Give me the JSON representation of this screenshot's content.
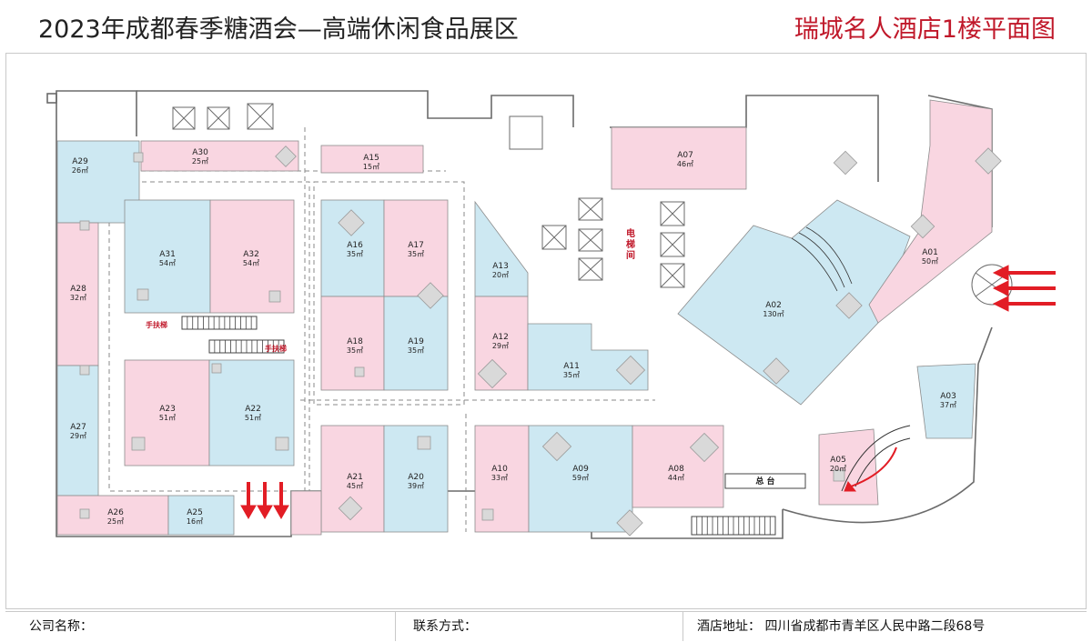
{
  "header": {
    "title": "2023年成都春季糖酒会—高端休闲食品展区",
    "venue_title": "瑞城名人酒店1楼平面图"
  },
  "colors": {
    "pink": "#f9d6e1",
    "blue": "#cde8f2",
    "title_red": "#c0182a",
    "arrow_red": "#e21d25",
    "wall": "#6b6b6b"
  },
  "booths": [
    {
      "id": "A29",
      "area": "26㎡",
      "color": "blue"
    },
    {
      "id": "A30",
      "area": "25㎡",
      "color": "pink"
    },
    {
      "id": "A15",
      "area": "15㎡",
      "color": "pink"
    },
    {
      "id": "A07",
      "area": "46㎡",
      "color": "pink"
    },
    {
      "id": "A31",
      "area": "54㎡",
      "color": "blue"
    },
    {
      "id": "A32",
      "area": "54㎡",
      "color": "pink"
    },
    {
      "id": "A16",
      "area": "35㎡",
      "color": "blue"
    },
    {
      "id": "A17",
      "area": "35㎡",
      "color": "pink"
    },
    {
      "id": "A13",
      "area": "20㎡",
      "color": "blue"
    },
    {
      "id": "A28",
      "area": "32㎡",
      "color": "pink"
    },
    {
      "id": "A18",
      "area": "35㎡",
      "color": "pink"
    },
    {
      "id": "A19",
      "area": "35㎡",
      "color": "blue"
    },
    {
      "id": "A12",
      "area": "29㎡",
      "color": "pink"
    },
    {
      "id": "A11",
      "area": "35㎡",
      "color": "blue"
    },
    {
      "id": "A02",
      "area": "130㎡",
      "color": "blue"
    },
    {
      "id": "A01",
      "area": "50㎡",
      "color": "pink"
    },
    {
      "id": "A23",
      "area": "51㎡",
      "color": "pink"
    },
    {
      "id": "A22",
      "area": "51㎡",
      "color": "blue"
    },
    {
      "id": "A27",
      "area": "29㎡",
      "color": "blue"
    },
    {
      "id": "A03",
      "area": "37㎡",
      "color": "blue"
    },
    {
      "id": "A21",
      "area": "45㎡",
      "color": "pink"
    },
    {
      "id": "A20",
      "area": "39㎡",
      "color": "blue"
    },
    {
      "id": "A10",
      "area": "33㎡",
      "color": "pink"
    },
    {
      "id": "A09",
      "area": "59㎡",
      "color": "blue"
    },
    {
      "id": "A08",
      "area": "44㎡",
      "color": "pink"
    },
    {
      "id": "A05",
      "area": "20㎡",
      "color": "pink"
    },
    {
      "id": "A26",
      "area": "25㎡",
      "color": "pink"
    },
    {
      "id": "A25",
      "area": "16㎡",
      "color": "blue"
    }
  ],
  "labels": {
    "escalator_1": "手扶梯",
    "escalator_2": "手扶梯",
    "elevator_hall": "电梯间",
    "front_desk": "总  台"
  },
  "footer": {
    "company": "公司名称：",
    "contact": "联系方式：",
    "address": "酒店地址： 四川省成都市青羊区人民中路二段68号"
  }
}
